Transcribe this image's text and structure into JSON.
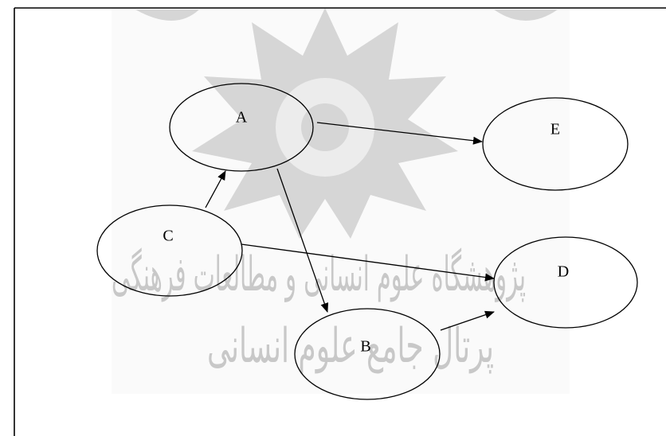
{
  "watermark": {
    "line1": "پژوهشگاه علوم انسانی و مطالعات فرهنگی",
    "line2": "پرتال جامع علوم انسانی"
  },
  "nodes": [
    {
      "id": "A",
      "label": "A"
    },
    {
      "id": "B",
      "label": "B"
    },
    {
      "id": "C",
      "label": "C"
    },
    {
      "id": "D",
      "label": "D"
    },
    {
      "id": "E",
      "label": "E"
    }
  ],
  "edges": [
    {
      "from": "A",
      "to": "E"
    },
    {
      "from": "A",
      "to": "B"
    },
    {
      "from": "C",
      "to": "A"
    },
    {
      "from": "C",
      "to": "D"
    },
    {
      "from": "B",
      "to": "D"
    }
  ],
  "colors": {
    "stroke": "#000000",
    "watermark": "#d2d2d2",
    "background": "#ffffff"
  }
}
